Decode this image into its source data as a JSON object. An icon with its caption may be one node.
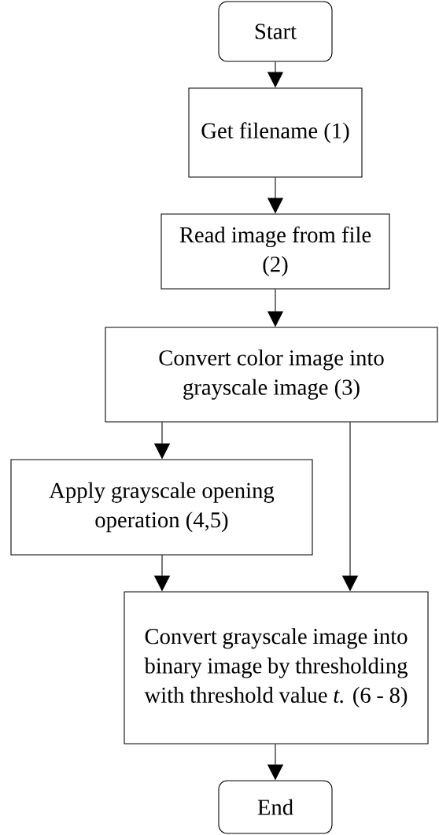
{
  "diagram": {
    "nodes": [
      {
        "text": [
          "Start"
        ]
      },
      {
        "text": [
          "Get filename (1)"
        ]
      },
      {
        "text": [
          "Read image from file (2)"
        ]
      },
      {
        "text": [
          "Convert color image into grayscale image (3)"
        ]
      },
      {
        "text": [
          "Apply grayscale opening operation (4,5)"
        ]
      },
      {
        "text": [
          "Convert grayscale image into binary image by thresholding with threshold value *t.* (6 - 8)"
        ]
      },
      {
        "text": [
          "End"
        ]
      }
    ],
    "edges": [
      {
        "from": 0,
        "to": 1,
        "arrow": "to"
      },
      {
        "from": 1,
        "to": 2,
        "arrow": "to"
      },
      {
        "from": 2,
        "to": 3,
        "arrow": "to"
      },
      {
        "from": 3,
        "to": 4,
        "arrow": "to"
      },
      {
        "from": 3,
        "to": 5,
        "arrow": "to"
      },
      {
        "from": 4,
        "to": 5,
        "arrow": "to"
      },
      {
        "from": 5,
        "to": 6,
        "arrow": "to"
      }
    ]
  }
}
